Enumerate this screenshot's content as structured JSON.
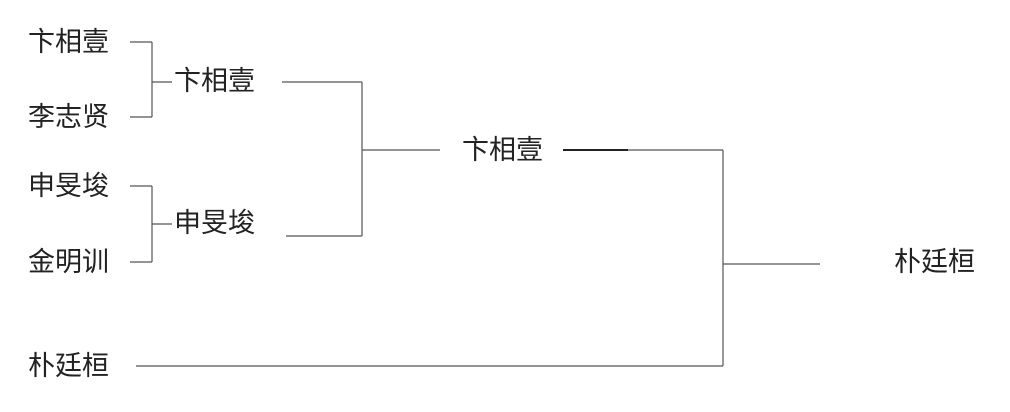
{
  "bracket": {
    "round1": {
      "top_pair": [
        "卞相壹",
        "李志贤"
      ],
      "bottom_pair": [
        "申旻埈",
        "金明训"
      ]
    },
    "round2": {
      "top_winner": "卞相壹",
      "bottom_winner": "申旻埈"
    },
    "semifinal_winner": "卞相壹",
    "seed": "朴廷桓",
    "champion": "朴廷桓"
  }
}
